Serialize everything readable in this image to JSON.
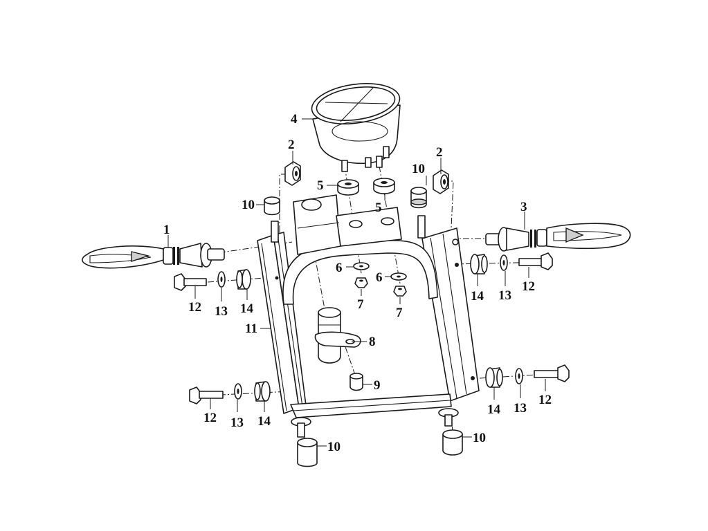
{
  "callouts": {
    "c1": "1",
    "c2a": "2",
    "c2b": "2",
    "c3": "3",
    "c4": "4",
    "c5a": "5",
    "c5b": "5",
    "c6a": "6",
    "c6b": "6",
    "c7a": "7",
    "c7b": "7",
    "c8": "8",
    "c9": "9",
    "c10a": "10",
    "c10b": "10",
    "c10c": "10",
    "c10d": "10",
    "c11": "11",
    "c12a": "12",
    "c12b": "12",
    "c12c": "12",
    "c12d": "12",
    "c13a": "13",
    "c13b": "13",
    "c13c": "13",
    "c13d": "13",
    "c14a": "14",
    "c14b": "14",
    "c14c": "14",
    "c14d": "14"
  }
}
